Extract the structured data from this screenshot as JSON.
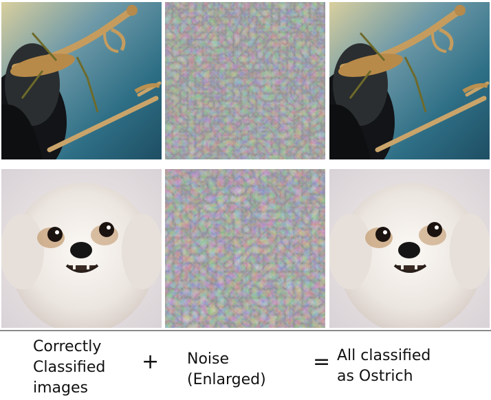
{
  "rows": [
    {
      "subject": "mantis"
    },
    {
      "subject": "dog"
    }
  ],
  "captions": {
    "left": "Correctly\nClassified\nimages",
    "plus": "+",
    "middle": "Noise\n(Enlarged)",
    "equals": "=",
    "right": "All classified\nas Ostrich"
  }
}
